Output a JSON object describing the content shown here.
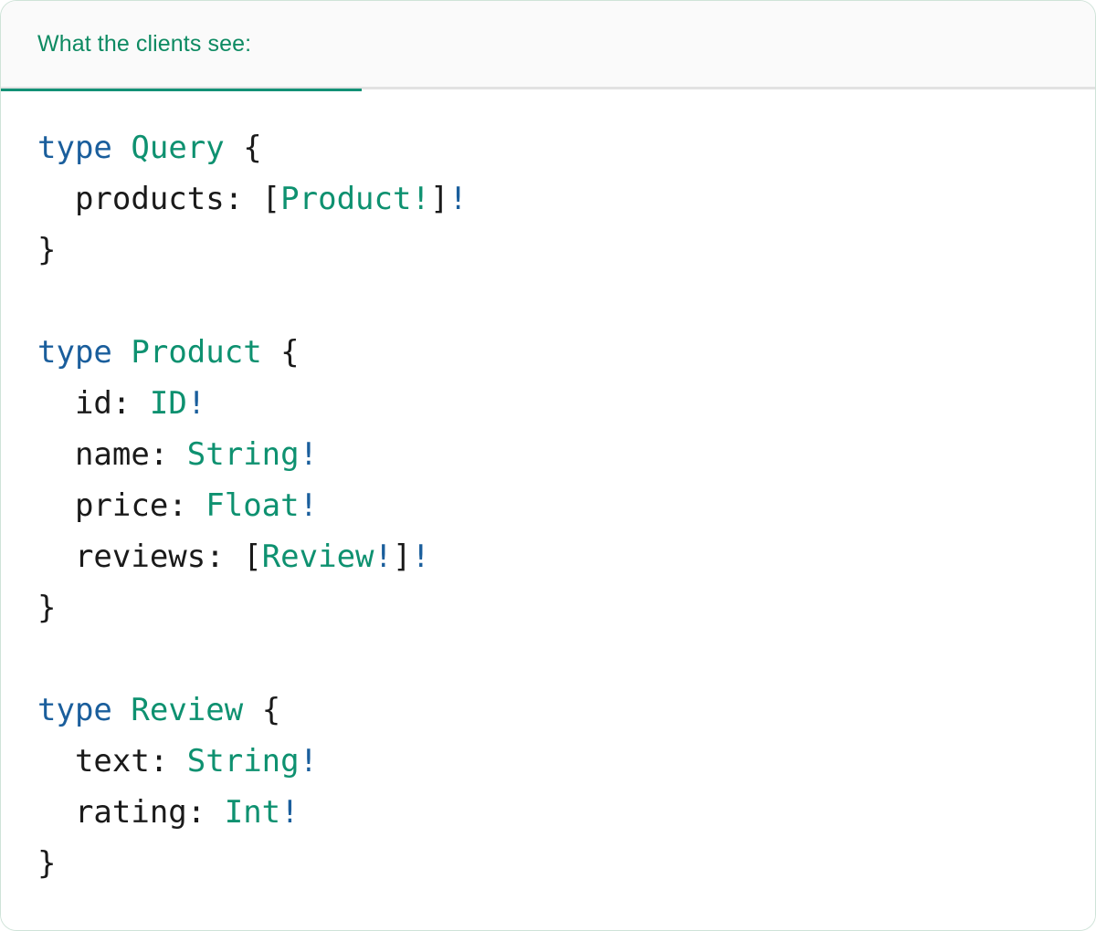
{
  "card": {
    "header": {
      "tab_label": "What the clients see:",
      "accent_color": "#129176",
      "label_color": "#0d8a62",
      "background": "#fafafa",
      "divider_color": "#e2e2e2"
    }
  },
  "code": {
    "language": "graphql",
    "colors": {
      "keyword": "#1a5e9c",
      "type_name": "#0e9170",
      "field_name": "#1a1a1a",
      "punctuation": "#1a1a1a",
      "non_null_bang": "#1a5e9c",
      "background": "#ffffff"
    },
    "blocks": [
      {
        "lines": [
          {
            "segments": [
              {
                "t": "type",
                "c": "keyword"
              },
              {
                "t": " ",
                "c": "punct"
              },
              {
                "t": "Query",
                "c": "typename"
              },
              {
                "t": " ",
                "c": "punct"
              },
              {
                "t": "{",
                "c": "brace"
              }
            ]
          },
          {
            "segments": [
              {
                "t": "  ",
                "c": "punct"
              },
              {
                "t": "products",
                "c": "field"
              },
              {
                "t": ": ",
                "c": "punct"
              },
              {
                "t": "[",
                "c": "punct"
              },
              {
                "t": "Product",
                "c": "type"
              },
              {
                "t": "!",
                "c": "type"
              },
              {
                "t": "]",
                "c": "punct"
              },
              {
                "t": "!",
                "c": "bang"
              }
            ]
          },
          {
            "segments": [
              {
                "t": "}",
                "c": "brace"
              }
            ]
          }
        ]
      },
      {
        "lines": [
          {
            "segments": [
              {
                "t": "type",
                "c": "keyword"
              },
              {
                "t": " ",
                "c": "punct"
              },
              {
                "t": "Product",
                "c": "typename"
              },
              {
                "t": " ",
                "c": "punct"
              },
              {
                "t": "{",
                "c": "brace"
              }
            ]
          },
          {
            "segments": [
              {
                "t": "  ",
                "c": "punct"
              },
              {
                "t": "id",
                "c": "field"
              },
              {
                "t": ": ",
                "c": "punct"
              },
              {
                "t": "ID",
                "c": "type"
              },
              {
                "t": "!",
                "c": "bang"
              }
            ]
          },
          {
            "segments": [
              {
                "t": "  ",
                "c": "punct"
              },
              {
                "t": "name",
                "c": "field"
              },
              {
                "t": ": ",
                "c": "punct"
              },
              {
                "t": "String",
                "c": "type"
              },
              {
                "t": "!",
                "c": "bang"
              }
            ]
          },
          {
            "segments": [
              {
                "t": "  ",
                "c": "punct"
              },
              {
                "t": "price",
                "c": "field"
              },
              {
                "t": ": ",
                "c": "punct"
              },
              {
                "t": "Float",
                "c": "type"
              },
              {
                "t": "!",
                "c": "bang"
              }
            ]
          },
          {
            "segments": [
              {
                "t": "  ",
                "c": "punct"
              },
              {
                "t": "reviews",
                "c": "field"
              },
              {
                "t": ": ",
                "c": "punct"
              },
              {
                "t": "[",
                "c": "punct"
              },
              {
                "t": "Review",
                "c": "type"
              },
              {
                "t": "!",
                "c": "bang"
              },
              {
                "t": "]",
                "c": "punct"
              },
              {
                "t": "!",
                "c": "bang"
              }
            ]
          },
          {
            "segments": [
              {
                "t": "}",
                "c": "brace"
              }
            ]
          }
        ]
      },
      {
        "lines": [
          {
            "segments": [
              {
                "t": "type",
                "c": "keyword"
              },
              {
                "t": " ",
                "c": "punct"
              },
              {
                "t": "Review",
                "c": "typename"
              },
              {
                "t": " ",
                "c": "punct"
              },
              {
                "t": "{",
                "c": "brace"
              }
            ]
          },
          {
            "segments": [
              {
                "t": "  ",
                "c": "punct"
              },
              {
                "t": "text",
                "c": "field"
              },
              {
                "t": ": ",
                "c": "punct"
              },
              {
                "t": "String",
                "c": "type"
              },
              {
                "t": "!",
                "c": "bang"
              }
            ]
          },
          {
            "segments": [
              {
                "t": "  ",
                "c": "punct"
              },
              {
                "t": "rating",
                "c": "field"
              },
              {
                "t": ": ",
                "c": "punct"
              },
              {
                "t": "Int",
                "c": "type"
              },
              {
                "t": "!",
                "c": "bang"
              }
            ]
          },
          {
            "segments": [
              {
                "t": "}",
                "c": "brace"
              }
            ]
          }
        ]
      }
    ]
  }
}
